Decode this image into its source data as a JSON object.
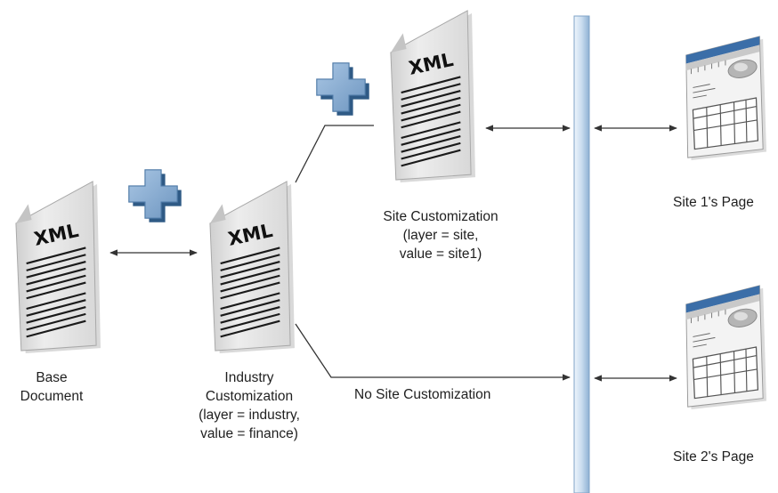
{
  "documents": {
    "base": {
      "icon_text": "XML",
      "label_lines": [
        "Base",
        "Document"
      ]
    },
    "industry": {
      "icon_text": "XML",
      "label_lines": [
        "Industry",
        "Customization",
        "(layer = industry,",
        "value = finance)"
      ]
    },
    "site": {
      "icon_text": "XML",
      "label_lines": [
        "Site Customization",
        "(layer = site,",
        "value = site1)"
      ]
    }
  },
  "no_site_label": "No Site Customization",
  "pages": {
    "site1": {
      "label": "Site 1's Page"
    },
    "site2": {
      "label": "Site 2's Page"
    }
  },
  "icons": [
    "xml-document-icon",
    "plus-icon",
    "web-page-icon",
    "double-arrow-icon"
  ],
  "colors": {
    "paper": "#e6e6e6",
    "plus_light": "#8fb2d6",
    "plus_dark": "#3f6d9a",
    "bar_light": "#dce9f6",
    "bar_dark": "#8fb1d3",
    "page_header": "#3b6ea8",
    "line": "#333333"
  }
}
